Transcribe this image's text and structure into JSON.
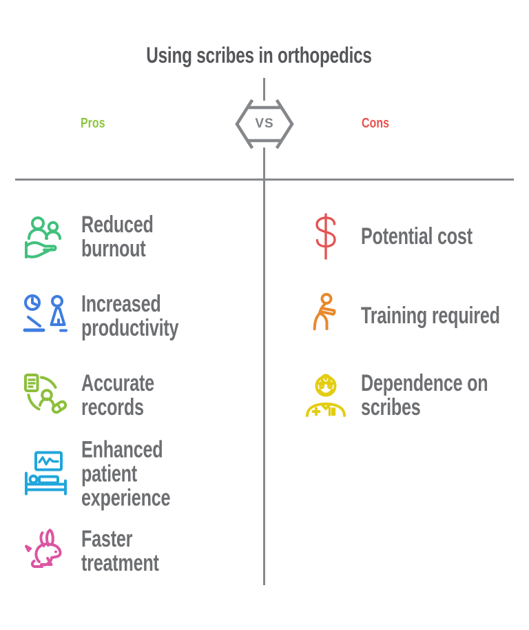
{
  "title": "Using scribes in orthopedics",
  "vs_label": "VS",
  "colors": {
    "title_text": "#55565a",
    "item_text": "#6d6e71",
    "line": "#85878a",
    "vs_text": "#808285"
  },
  "pros": {
    "label": "Pros",
    "color": "#8dc63f",
    "items": [
      {
        "label": "Reduced burnout",
        "icon": "care-hand-icon",
        "color": "#41c07d"
      },
      {
        "label": "Increased productivity",
        "icon": "desk-clock-icon",
        "color": "#3e7de1"
      },
      {
        "label": "Accurate records",
        "icon": "medical-records-icon",
        "color": "#8cbf3b"
      },
      {
        "label": "Enhanced patient experience",
        "icon": "patient-bed-icon",
        "color": "#20a6db"
      },
      {
        "label": "Faster treatment",
        "icon": "rabbit-icon",
        "color": "#db55a2"
      }
    ]
  },
  "cons": {
    "label": "Cons",
    "color": "#e9534f",
    "items": [
      {
        "label": "Potential cost",
        "icon": "dollar-icon",
        "color": "#e25553"
      },
      {
        "label": "Training required",
        "icon": "training-icon",
        "color": "#e8892d"
      },
      {
        "label": "Dependence on scribes",
        "icon": "doctor-icon",
        "color": "#e3cd13"
      }
    ]
  }
}
